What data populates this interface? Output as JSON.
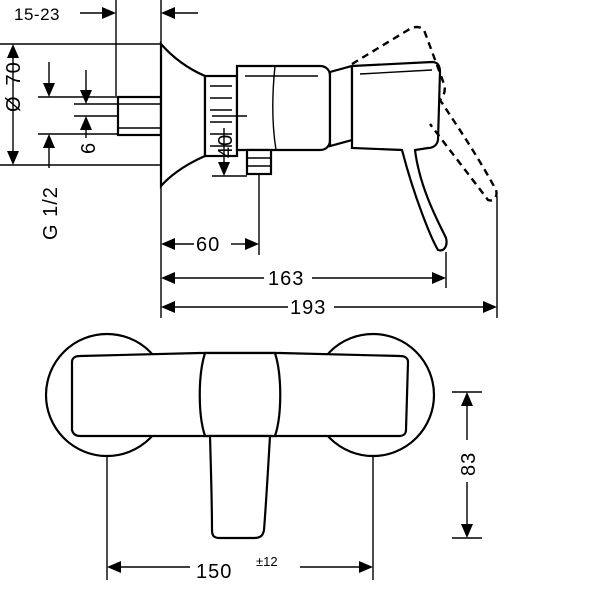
{
  "dimensions": {
    "wall_offset": "15-23",
    "diameter": "70",
    "diameter_symbol": "Ø",
    "pipe_offset": "6",
    "thread": "G 1/2",
    "outlet_height": "40",
    "outlet_distance": "60",
    "lever_reach": "163",
    "total_depth": "193",
    "centres": "150",
    "centres_tolerance": "±12",
    "height": "83"
  }
}
